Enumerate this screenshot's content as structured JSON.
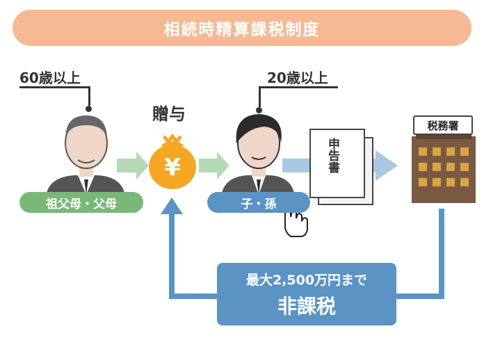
{
  "title": "相続時精算課税制度",
  "giver": {
    "age": "60歳以上",
    "label": "祖父母・父母"
  },
  "gift": {
    "label": "贈与",
    "symbol": "¥"
  },
  "receiver": {
    "age": "20歳以上",
    "label": "子・孫"
  },
  "document": {
    "label": "申告書"
  },
  "tax_office": {
    "label": "税務署"
  },
  "exemption": {
    "line1": "最大2,500万円まで",
    "line2": "非課税"
  },
  "colors": {
    "banner": "#f7b894",
    "giver_label": "#7ab87a",
    "receiver_label": "#5b93c4",
    "green_arrow": "#b5d9b5",
    "blue_arrow": "#a9c8e3",
    "money_bag": "#f5a623",
    "building": "#7b5a44"
  }
}
